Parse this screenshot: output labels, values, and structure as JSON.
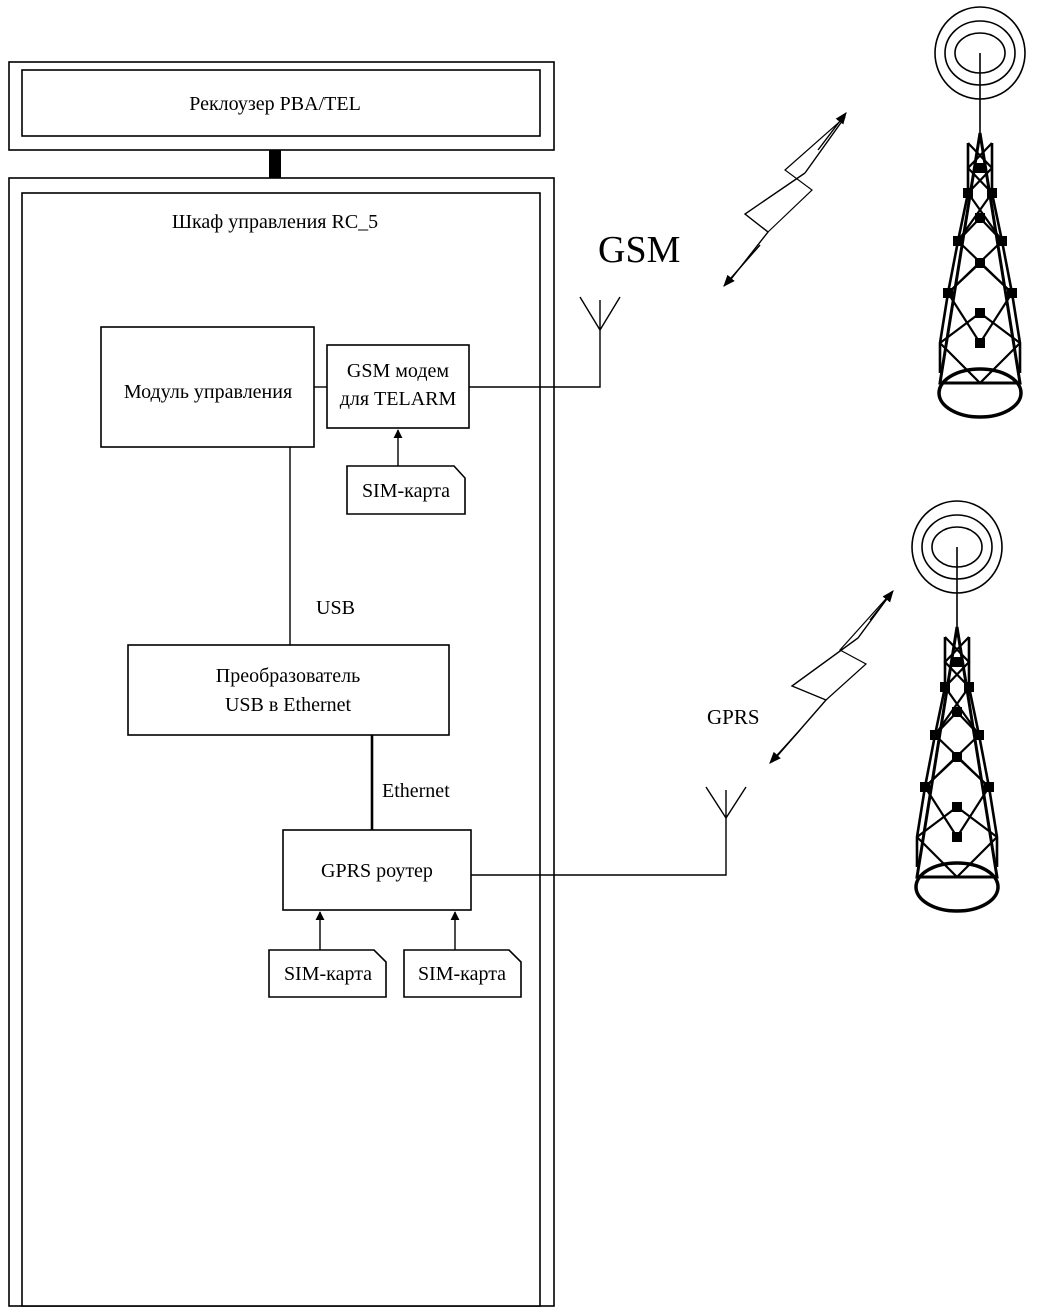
{
  "recloser": {
    "label": "Реклоузер PBA/TEL"
  },
  "cabinet": {
    "title": "Шкаф управления RC_5"
  },
  "control_module": {
    "label": "Модуль управления"
  },
  "gsm_modem": {
    "line1": "GSM модем",
    "line2": "для TELARM"
  },
  "sim_cards": {
    "modem": "SIM-карта",
    "router_left": "SIM-карта",
    "router_right": "SIM-карта"
  },
  "links": {
    "usb": "USB",
    "ethernet": "Ethernet"
  },
  "converter": {
    "line1": "Преобразователь",
    "line2": "USB в Ethernet"
  },
  "router": {
    "label": "GPRS роутер"
  },
  "wireless": {
    "gsm": "GSM",
    "gprs": "GPRS"
  },
  "icons": {
    "antenna": "antenna-icon",
    "tower": "cell-tower-icon",
    "lightning": "lightning-arrow-icon",
    "sim": "sim-card-icon"
  }
}
